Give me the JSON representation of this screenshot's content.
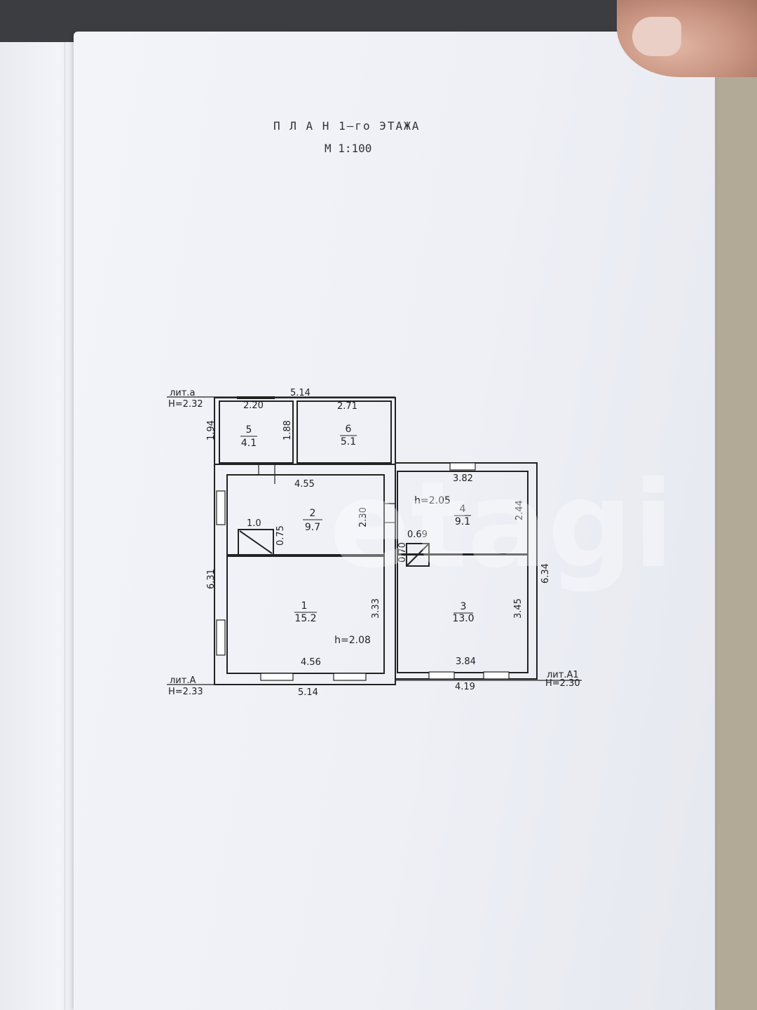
{
  "title": "П Л А Н  1–го ЭТАЖА",
  "scale": "М 1:100",
  "watermark": "etagi",
  "labels": {
    "lit_a_small": "лит.а",
    "h_top_left": "Н=2.32",
    "lit_A": "лит.А",
    "h_bottom_left": "Н=2.33",
    "lit_A1": "лит.А1",
    "h_bottom_right": "Н=2.30"
  },
  "dimensions": {
    "top_total": "5.14",
    "room5_width": "2.20",
    "room6_width": "2.71",
    "left_side_top": "1.94",
    "room5_height": "1.88",
    "room2_width": "4.55",
    "room2_height": "2.30",
    "room4_width": "3.82",
    "room4_height": "2.44",
    "stair_width": "1.0",
    "stair_height": "0.75",
    "closet_width": "0.69",
    "closet_height": "0.70",
    "left_side_total": "6.31",
    "right_side_total": "6.34",
    "room1_height": "3.33",
    "room3_height": "3.45",
    "room1_width": "4.56",
    "room3_width": "3.84",
    "bottom_left_total": "5.14",
    "bottom_right_total": "4.19"
  },
  "rooms": [
    {
      "number": "1",
      "area": "15.2",
      "height": "h=2.08"
    },
    {
      "number": "2",
      "area": "9.7"
    },
    {
      "number": "3",
      "area": "13.0"
    },
    {
      "number": "4",
      "area": "9.1",
      "height": "h=2.05"
    },
    {
      "number": "5",
      "area": "4.1"
    },
    {
      "number": "6",
      "area": "5.1"
    }
  ]
}
